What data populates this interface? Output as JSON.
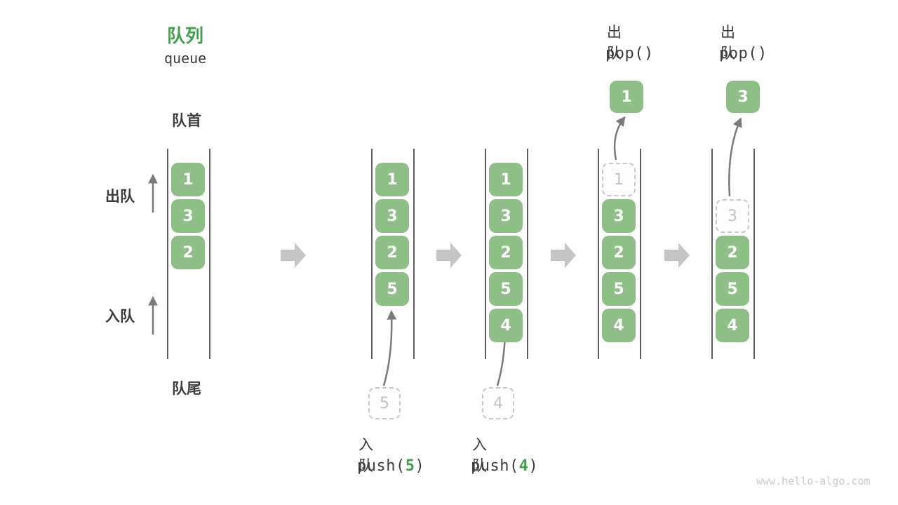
{
  "title": {
    "zh": "队列",
    "en": "queue"
  },
  "side_labels": {
    "front": "队首",
    "rear": "队尾",
    "dequeue": "出队",
    "enqueue": "入队"
  },
  "watermark": "www.hello-algo.com",
  "colors": {
    "box_green": "#8dbf86",
    "accent_green": "#3fa14c",
    "text_dark": "#3c3c3c",
    "block_arrow": "#c5c5c5",
    "thin_arrow": "#7a7a7a",
    "line_color": "#5f5f5f",
    "dashed_border": "#c9c9c9",
    "dashed_text": "#c3c3c3",
    "watermark_gray": "#cbcbcb"
  },
  "states": [
    {
      "cells": [
        {
          "value": "1",
          "slot": 0,
          "ghost": false
        },
        {
          "value": "3",
          "slot": 1,
          "ghost": false
        },
        {
          "value": "2",
          "slot": 2,
          "ghost": false
        }
      ]
    },
    {
      "cells": [
        {
          "value": "1",
          "slot": 0,
          "ghost": false
        },
        {
          "value": "3",
          "slot": 1,
          "ghost": false
        },
        {
          "value": "2",
          "slot": 2,
          "ghost": false
        },
        {
          "value": "5",
          "slot": 3,
          "ghost": false
        }
      ],
      "incoming_value": "5",
      "op": {
        "position": "bottom",
        "action": "入队",
        "code_prefix": "push(",
        "param": "5",
        "code_suffix": ")"
      }
    },
    {
      "cells": [
        {
          "value": "1",
          "slot": 0,
          "ghost": false
        },
        {
          "value": "3",
          "slot": 1,
          "ghost": false
        },
        {
          "value": "2",
          "slot": 2,
          "ghost": false
        },
        {
          "value": "5",
          "slot": 3,
          "ghost": false
        },
        {
          "value": "4",
          "slot": 4,
          "ghost": false
        }
      ],
      "incoming_value": "4",
      "op": {
        "position": "bottom",
        "action": "入队",
        "code_prefix": "push(",
        "param": "4",
        "code_suffix": ")"
      }
    },
    {
      "cells": [
        {
          "value": "1",
          "slot": 0,
          "ghost": true
        },
        {
          "value": "3",
          "slot": 1,
          "ghost": false
        },
        {
          "value": "2",
          "slot": 2,
          "ghost": false
        },
        {
          "value": "5",
          "slot": 3,
          "ghost": false
        },
        {
          "value": "4",
          "slot": 4,
          "ghost": false
        }
      ],
      "popped_value": "1",
      "op": {
        "position": "top",
        "action": "出队",
        "code": "pop()"
      }
    },
    {
      "cells": [
        {
          "value": "3",
          "slot": 1,
          "ghost": true
        },
        {
          "value": "2",
          "slot": 2,
          "ghost": false
        },
        {
          "value": "5",
          "slot": 3,
          "ghost": false
        },
        {
          "value": "4",
          "slot": 4,
          "ghost": false
        }
      ],
      "popped_value": "3",
      "op": {
        "position": "top",
        "action": "出队",
        "code": "pop()"
      }
    }
  ]
}
